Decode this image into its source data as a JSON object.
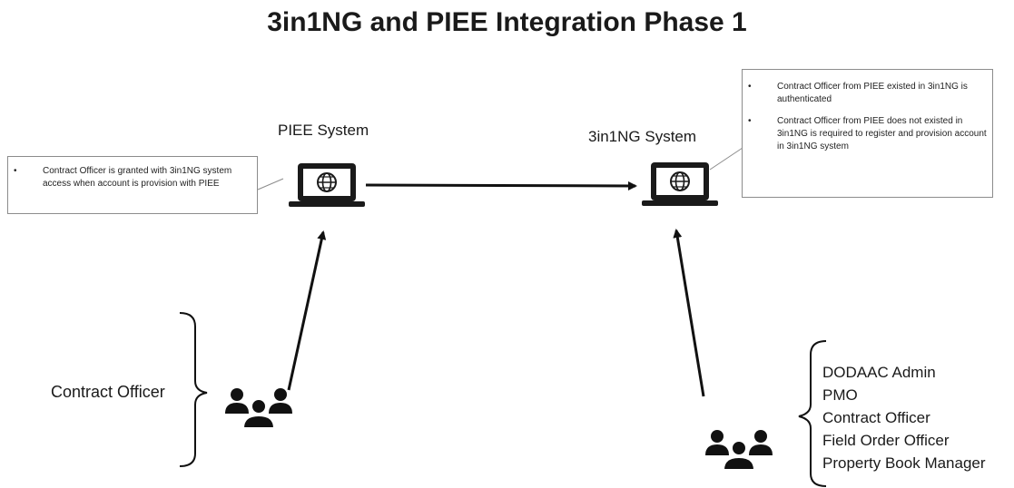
{
  "title": "3in1NG and PIEE Integration Phase 1",
  "systems": {
    "piee": {
      "label": "PIEE System",
      "icon": "laptop-globe-icon"
    },
    "ng": {
      "label": "3in1NG System",
      "icon": "laptop-globe-icon"
    }
  },
  "notes": {
    "piee": [
      "Contract Officer is granted with 3in1NG system access when account is provision with PIEE"
    ],
    "ng": [
      "Contract Officer from PIEE existed in 3in1NG is authenticated",
      "Contract Officer from PIEE does not existed in 3in1NG is required to register and provision account in 3in1NG system"
    ]
  },
  "roles": {
    "left_label": "Contract Officer",
    "right_list": [
      "DODAAC Admin",
      "PMO",
      "Contract Officer",
      "Field Order Officer",
      "Property Book Manager"
    ]
  },
  "icons": {
    "users": "users-group-icon"
  },
  "colors": {
    "line": "#111111",
    "note_border": "#8c8c8c"
  }
}
